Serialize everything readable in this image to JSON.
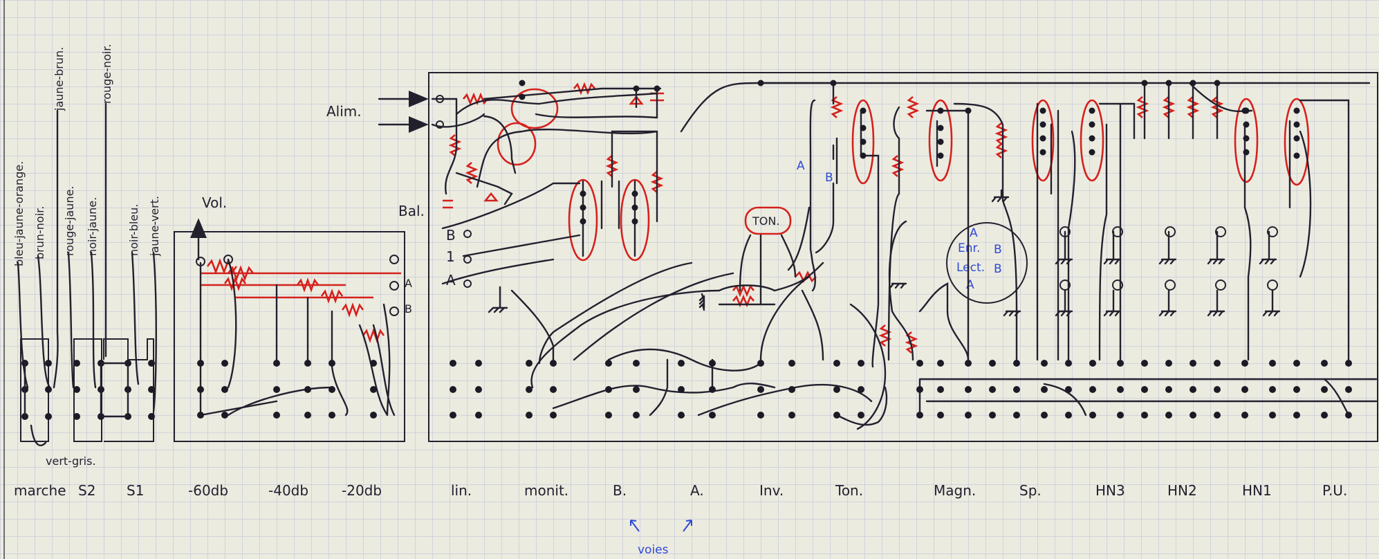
{
  "diagram": {
    "wire_colors": [
      "bleu-jaune-orange.",
      "brun-noir.",
      "jaune-brun.",
      "rouge-jaune.",
      "noir-jaune.",
      "rouge-noir.",
      "noir-bleu.",
      "jaune-vert."
    ],
    "wire_note": "vert-gris.",
    "left_labels": {
      "vol": "Vol.",
      "alim": "Alim.",
      "bal": "Bal."
    },
    "attenuator_labels": [
      "A",
      "B"
    ],
    "board_labels": {
      "b": "B",
      "one": "1",
      "a": "A"
    },
    "ab_labels": [
      "A",
      "B"
    ],
    "ton": "TON.",
    "head_labels": {
      "a_top": "A",
      "enr": "Enr.",
      "b_top": "B",
      "lect": "Lect.",
      "b_bot": "B",
      "a_bot": "A"
    },
    "bottom_labels": [
      "marche",
      "S2",
      "S1",
      "-60db",
      "-40db",
      "-20db",
      "lin.",
      "monit.",
      "B.",
      "A.",
      "Inv.",
      "Ton.",
      "Magn.",
      "Sp.",
      "HN3",
      "HN2",
      "HN1",
      "P.U."
    ],
    "voies": "voies",
    "colors": {
      "ink": "#23202e",
      "red": "#d5211c",
      "blue": "#2c49d6",
      "paper": "#ecebe0",
      "grid": "#b3bdd9"
    }
  }
}
